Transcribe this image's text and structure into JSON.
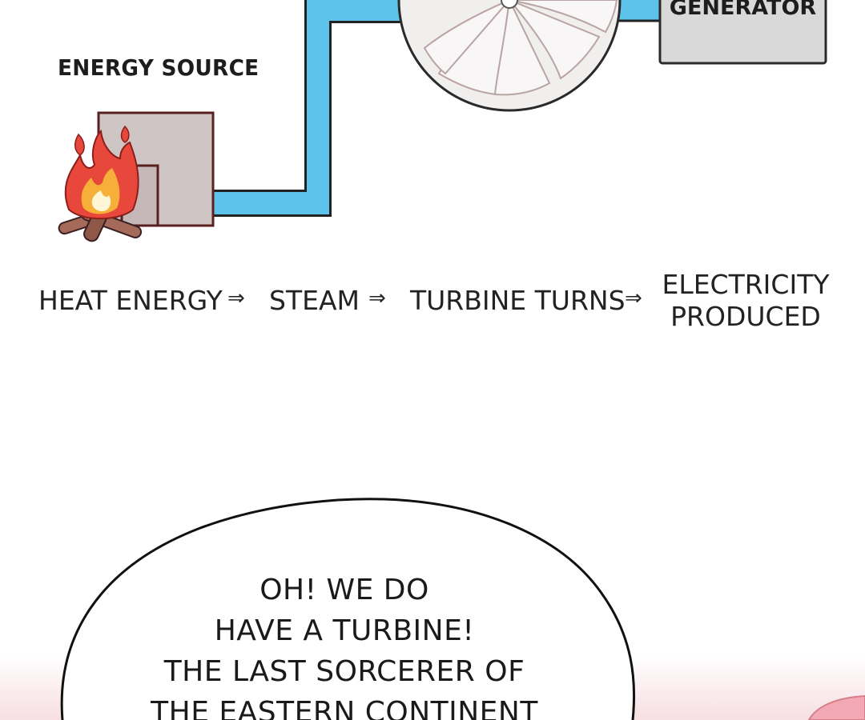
{
  "diagram": {
    "energy_source_label": "ENERGY SOURCE",
    "generator_label": "GENERATOR",
    "colors": {
      "pipe": "#5ec3ea",
      "box": "#d0c5c5",
      "turbine": "#f1eeee",
      "fire_outer": "#e8473c",
      "fire_inner": "#f6b03a",
      "log": "#a56a5a",
      "generator": "#d9d9d9"
    }
  },
  "flow": {
    "step1": "HEAT ENERGY",
    "arrow": "⇒",
    "step2": "STEAM",
    "step3": "TURBINE TURNS",
    "step4_line1": "ELECTRICITY",
    "step4_line2": "PRODUCED"
  },
  "bubble": {
    "line1": "OH! WE DO",
    "line2": "HAVE A TURBINE!",
    "line3": "THE LAST SORCERER OF",
    "line4": "THE EASTERN CONTINENT"
  }
}
